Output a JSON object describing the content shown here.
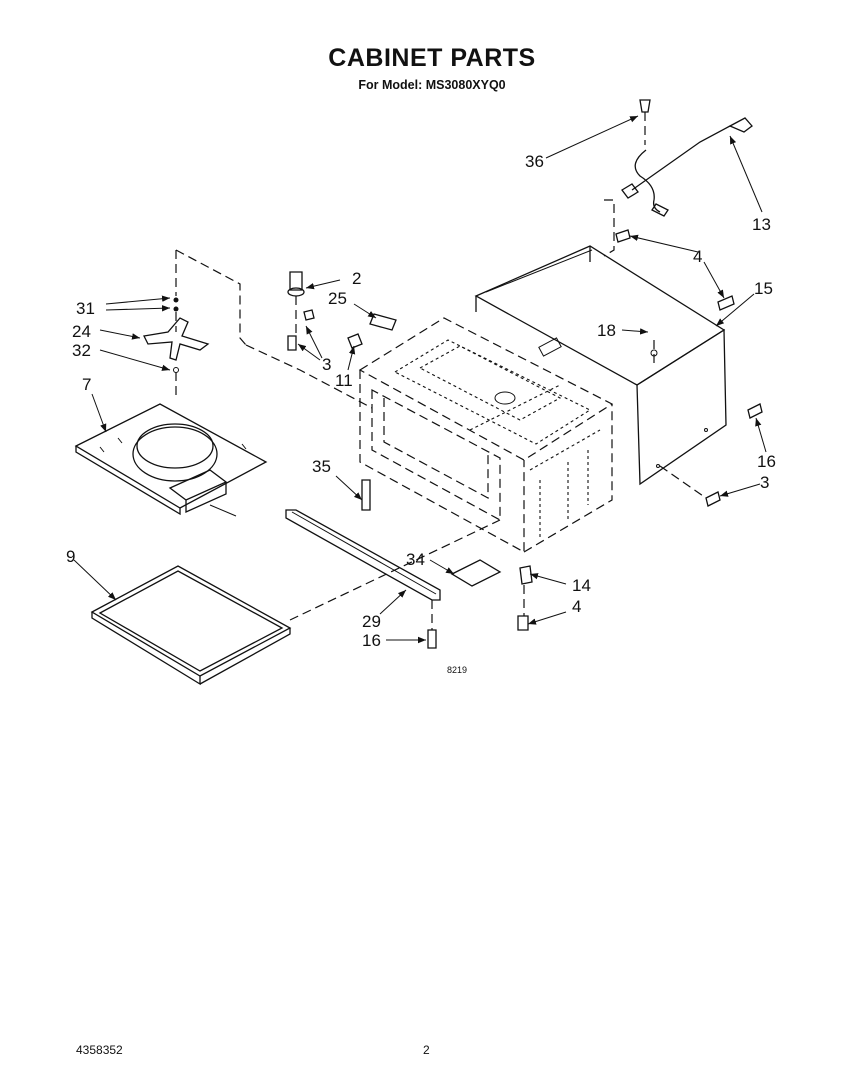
{
  "header": {
    "title": "CABINET PARTS",
    "subtitle": "For Model: MS3080XYQ0"
  },
  "callouts": {
    "c2": "2",
    "c25": "25",
    "c3a": "3",
    "c11": "11",
    "c31": "31",
    "c24": "24",
    "c32": "32",
    "c7": "7",
    "c36": "36",
    "c13": "13",
    "c4a": "4",
    "c15": "15",
    "c18": "18",
    "c16a": "16",
    "c3b": "3",
    "c35": "35",
    "c34": "34",
    "c14": "14",
    "c4b": "4",
    "c9": "9",
    "c29": "29",
    "c16b": "16"
  },
  "drawing_number": "8219",
  "footer": {
    "part_number": "4358352",
    "page_number": "2"
  }
}
